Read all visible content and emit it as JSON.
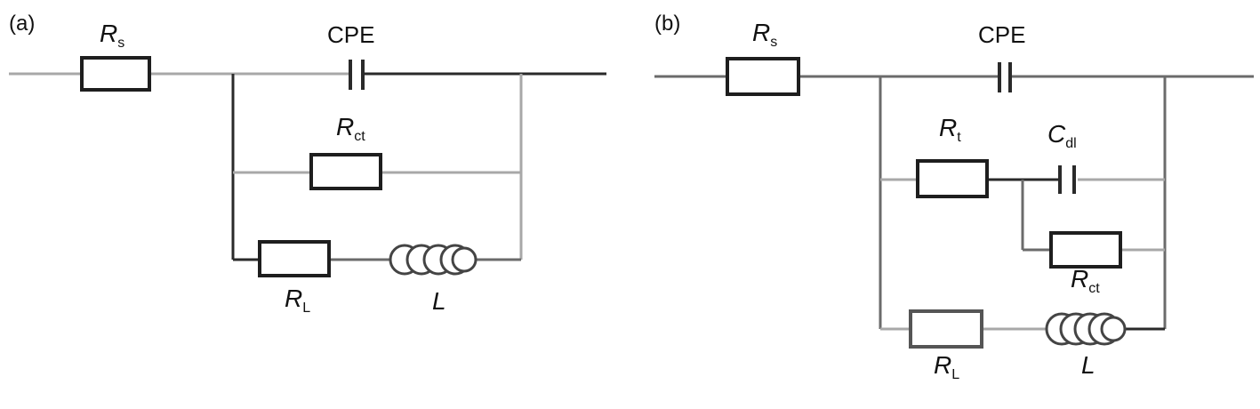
{
  "panels": [
    {
      "id": "a",
      "label": "(a)",
      "components": {
        "rs": {
          "symbol": "R",
          "sub": "s"
        },
        "cpe": {
          "label": "CPE"
        },
        "rct": {
          "symbol": "R",
          "sub": "ct"
        },
        "rl": {
          "symbol": "R",
          "sub": "L"
        },
        "l": {
          "symbol": "L"
        }
      }
    },
    {
      "id": "b",
      "label": "(b)",
      "components": {
        "rs": {
          "symbol": "R",
          "sub": "s"
        },
        "cpe": {
          "label": "CPE"
        },
        "rt": {
          "symbol": "R",
          "sub": "t"
        },
        "cdl": {
          "symbol": "C",
          "sub": "dl"
        },
        "rct": {
          "symbol": "R",
          "sub": "ct"
        },
        "rl": {
          "symbol": "R",
          "sub": "L"
        },
        "l": {
          "symbol": "L"
        }
      }
    }
  ]
}
